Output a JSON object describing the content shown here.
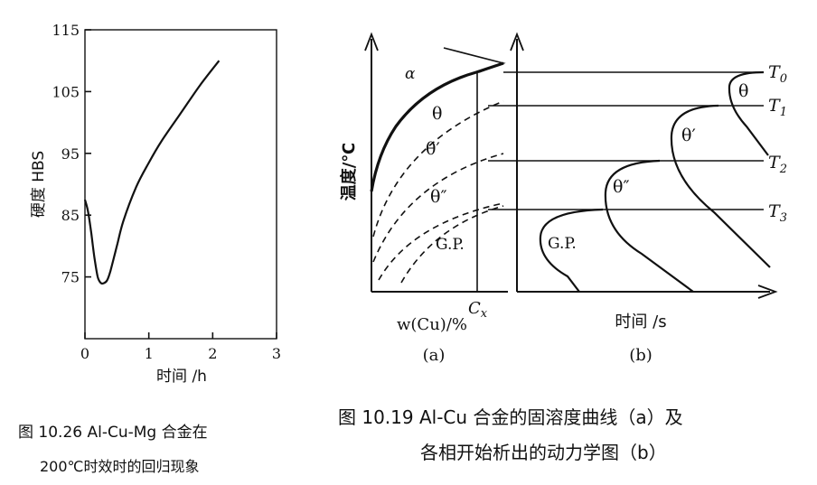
{
  "fig_left": {
    "yaxis_label": "硬度 HBS",
    "xaxis_label": "时间 /h",
    "y_ticks": [
      "115",
      "105",
      "95",
      "85",
      "75"
    ],
    "x_ticks": [
      "0",
      "1",
      "2",
      "3"
    ],
    "caption_line1": "图 10.26   Al-Cu-Mg 合金在",
    "caption_line2": "200℃时效时的回归现象"
  },
  "fig_a": {
    "yaxis_label": "温度/℃",
    "xaxis_label": "w(Cu)/%",
    "sublabel": "(a)",
    "cx_label": "C",
    "cx_sub": "x",
    "region_labels": [
      "α",
      "θ",
      "θ′",
      "θ″",
      "G.P."
    ]
  },
  "fig_b": {
    "xaxis_label": "时间 /s",
    "sublabel": "(b)",
    "temp_labels": [
      {
        "main": "T",
        "sub": "0"
      },
      {
        "main": "T",
        "sub": "1"
      },
      {
        "main": "T",
        "sub": "2"
      },
      {
        "main": "T",
        "sub": "3"
      }
    ],
    "curve_labels": [
      "θ",
      "θ′",
      "θ″",
      "G.P."
    ]
  },
  "caption_right_line1": "图 10.19   Al-Cu 合金的固溶度曲线（a）及",
  "caption_right_line2": "各相开始析出的动力学图（b）",
  "chart_data": [
    {
      "type": "line",
      "title": "",
      "xlabel": "时间 /h",
      "ylabel": "硬度 HBS",
      "xlim": [
        0,
        3
      ],
      "ylim": [
        65,
        115
      ],
      "x_ticks": [
        0,
        1,
        2,
        3
      ],
      "y_ticks": [
        75,
        85,
        95,
        105,
        115
      ],
      "grid": false,
      "series": [
        {
          "x": [
            0.0,
            0.05,
            0.1,
            0.15,
            0.2,
            0.25,
            0.3,
            0.35,
            0.4,
            0.5,
            0.6,
            0.8,
            1.0,
            1.2,
            1.5,
            1.8,
            2.1
          ],
          "values": [
            87.5,
            85.5,
            82,
            78,
            75,
            74,
            74,
            74.5,
            76,
            80,
            84,
            89.5,
            93.5,
            97,
            101.5,
            106,
            110
          ]
        }
      ]
    }
  ]
}
